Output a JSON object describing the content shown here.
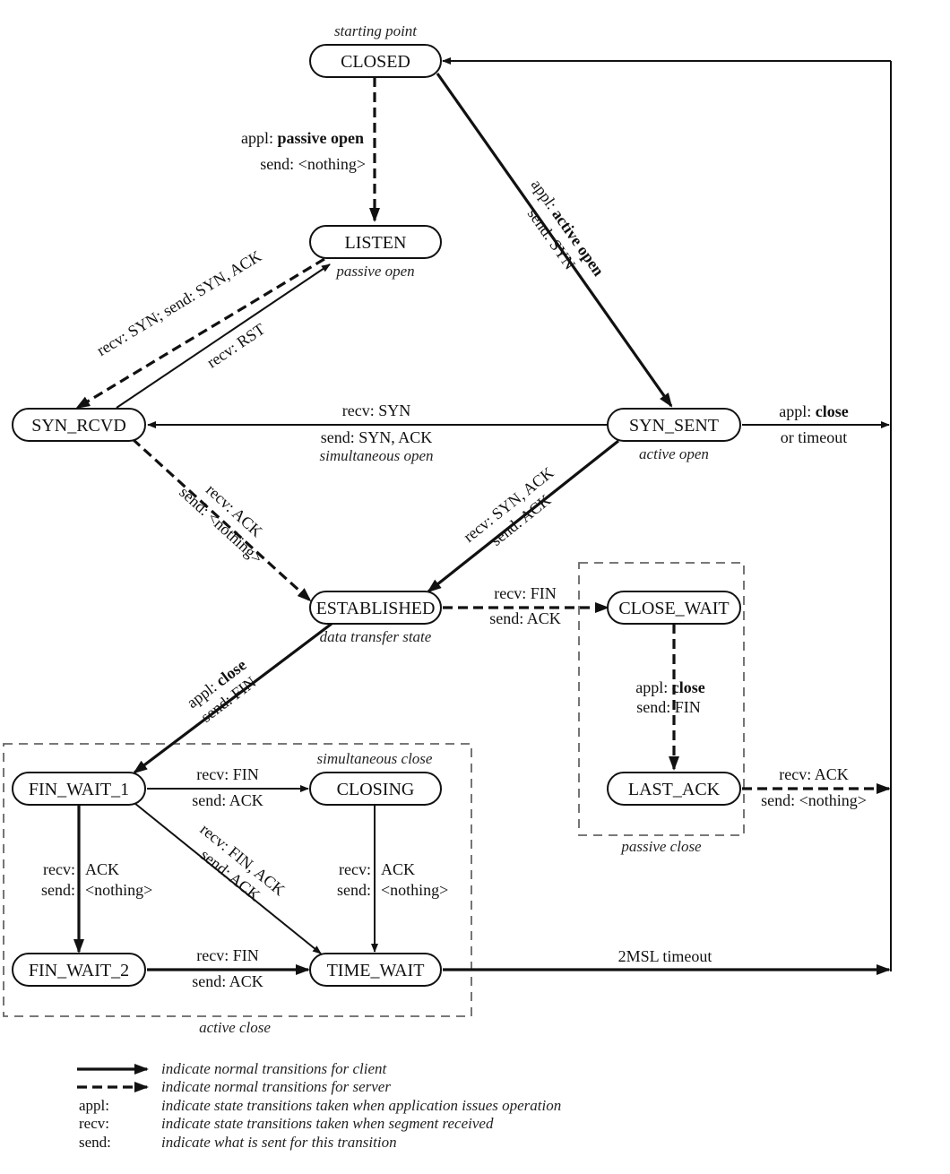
{
  "states": {
    "closed": "CLOSED",
    "listen": "LISTEN",
    "syn_rcvd": "SYN_RCVD",
    "syn_sent": "SYN_SENT",
    "established": "ESTABLISHED",
    "close_wait": "CLOSE_WAIT",
    "last_ack": "LAST_ACK",
    "fin_wait_1": "FIN_WAIT_1",
    "closing": "CLOSING",
    "fin_wait_2": "FIN_WAIT_2",
    "time_wait": "TIME_WAIT"
  },
  "notes": {
    "starting_point": "starting point",
    "passive_open": "passive open",
    "active_open": "active open",
    "data_transfer_state": "data transfer state",
    "simultaneous_close": "simultaneous close",
    "passive_close": "passive close",
    "active_close": "active close"
  },
  "transitions": {
    "closed_listen_appl_prefix": "appl: ",
    "closed_listen_appl_bold": "passive open",
    "closed_listen_send": "send: <nothing>",
    "closed_synsent_appl_prefix": "appl: ",
    "closed_synsent_appl_bold": "active open",
    "closed_synsent_send": "send: SYN",
    "listen_synrcvd": "recv: SYN;   send: SYN, ACK",
    "synrcvd_listen": "recv: RST",
    "synsent_synrcvd_recv": "recv: SYN",
    "synsent_synrcvd_send": "send: SYN, ACK",
    "synsent_synrcvd_note": "simultaneous open",
    "synsent_closed_appl_prefix": "appl: ",
    "synsent_closed_appl_bold": "close",
    "synsent_closed_or": "or timeout",
    "synrcvd_est_recv": "recv: ACK",
    "synrcvd_est_send": "send: <nothing>",
    "synsent_est_recv": "recv: SYN, ACK",
    "synsent_est_send": "send: ACK",
    "est_closewait_recv": "recv: FIN",
    "est_closewait_send": "send: ACK",
    "closewait_lastack_appl_prefix": "appl: ",
    "closewait_lastack_appl_bold": "close",
    "closewait_lastack_send": "send: FIN",
    "lastack_closed_recv": "recv: ACK",
    "lastack_closed_send": "send: <nothing>",
    "est_finwait1_appl_prefix": "appl: ",
    "est_finwait1_appl_bold": "close",
    "est_finwait1_send": "send: FIN",
    "finwait1_closing_recv": "recv: FIN",
    "finwait1_closing_send": "send: ACK",
    "finwait1_timewait_recv": "recv: FIN, ACK",
    "finwait1_timewait_send": "send: ACK",
    "finwait1_finwait2_recv_k": "recv:",
    "finwait1_finwait2_recv_v": "ACK",
    "finwait1_finwait2_send_k": "send:",
    "finwait1_finwait2_send_v": "<nothing>",
    "closing_timewait_recv_k": "recv:",
    "closing_timewait_recv_v": "ACK",
    "closing_timewait_send_k": "send:",
    "closing_timewait_send_v": "<nothing>",
    "finwait2_timewait_recv": "recv: FIN",
    "finwait2_timewait_send": "send: ACK",
    "timewait_closed": "2MSL timeout"
  },
  "legend": [
    {
      "key": "",
      "desc": "indicate normal transitions for client",
      "style": "solid"
    },
    {
      "key": "",
      "desc": "indicate normal transitions for server",
      "style": "dashed"
    },
    {
      "key": "appl:",
      "desc": "indicate state transitions taken when application issues operation",
      "style": "text"
    },
    {
      "key": "recv:",
      "desc": "indicate state transitions taken when segment received",
      "style": "text"
    },
    {
      "key": "send:",
      "desc": "indicate what is sent for this transition",
      "style": "text"
    }
  ]
}
